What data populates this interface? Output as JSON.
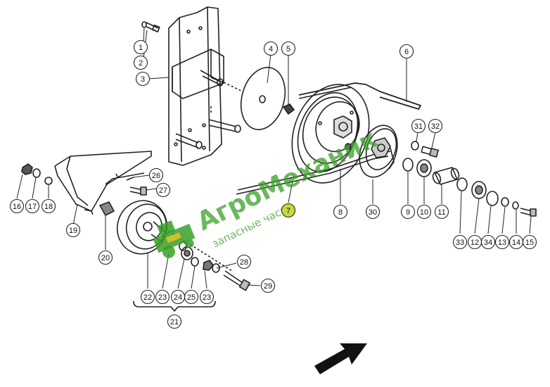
{
  "diagram": {
    "callouts": [
      {
        "id": "c1",
        "label": "1"
      },
      {
        "id": "c2",
        "label": "2"
      },
      {
        "id": "c3",
        "label": "3"
      },
      {
        "id": "c4",
        "label": "4"
      },
      {
        "id": "c5",
        "label": "5"
      },
      {
        "id": "c6",
        "label": "6"
      },
      {
        "id": "c7",
        "label": "7"
      },
      {
        "id": "c8",
        "label": "8"
      },
      {
        "id": "c9",
        "label": "9"
      },
      {
        "id": "c10",
        "label": "10"
      },
      {
        "id": "c11",
        "label": "11"
      },
      {
        "id": "c12",
        "label": "12"
      },
      {
        "id": "c13",
        "label": "13"
      },
      {
        "id": "c14",
        "label": "14"
      },
      {
        "id": "c15",
        "label": "15"
      },
      {
        "id": "c16",
        "label": "16"
      },
      {
        "id": "c17",
        "label": "17"
      },
      {
        "id": "c18",
        "label": "18"
      },
      {
        "id": "c19",
        "label": "19"
      },
      {
        "id": "c20",
        "label": "20"
      },
      {
        "id": "c21",
        "label": "21"
      },
      {
        "id": "c22",
        "label": "22"
      },
      {
        "id": "c23a",
        "label": "23"
      },
      {
        "id": "c24",
        "label": "24"
      },
      {
        "id": "c25",
        "label": "25"
      },
      {
        "id": "c23b",
        "label": "23"
      },
      {
        "id": "c26",
        "label": "26"
      },
      {
        "id": "c27",
        "label": "27"
      },
      {
        "id": "c28",
        "label": "28"
      },
      {
        "id": "c29",
        "label": "29"
      },
      {
        "id": "c30",
        "label": "30"
      },
      {
        "id": "c31",
        "label": "31"
      },
      {
        "id": "c32",
        "label": "32"
      },
      {
        "id": "c33",
        "label": "33"
      },
      {
        "id": "c34",
        "label": "34"
      }
    ],
    "highlight_callout": "7",
    "highlight_color": "#c8d83a",
    "watermark": {
      "brand": "АгроМеханик",
      "subtitle": "запасные части",
      "color": "#3aa028"
    }
  }
}
